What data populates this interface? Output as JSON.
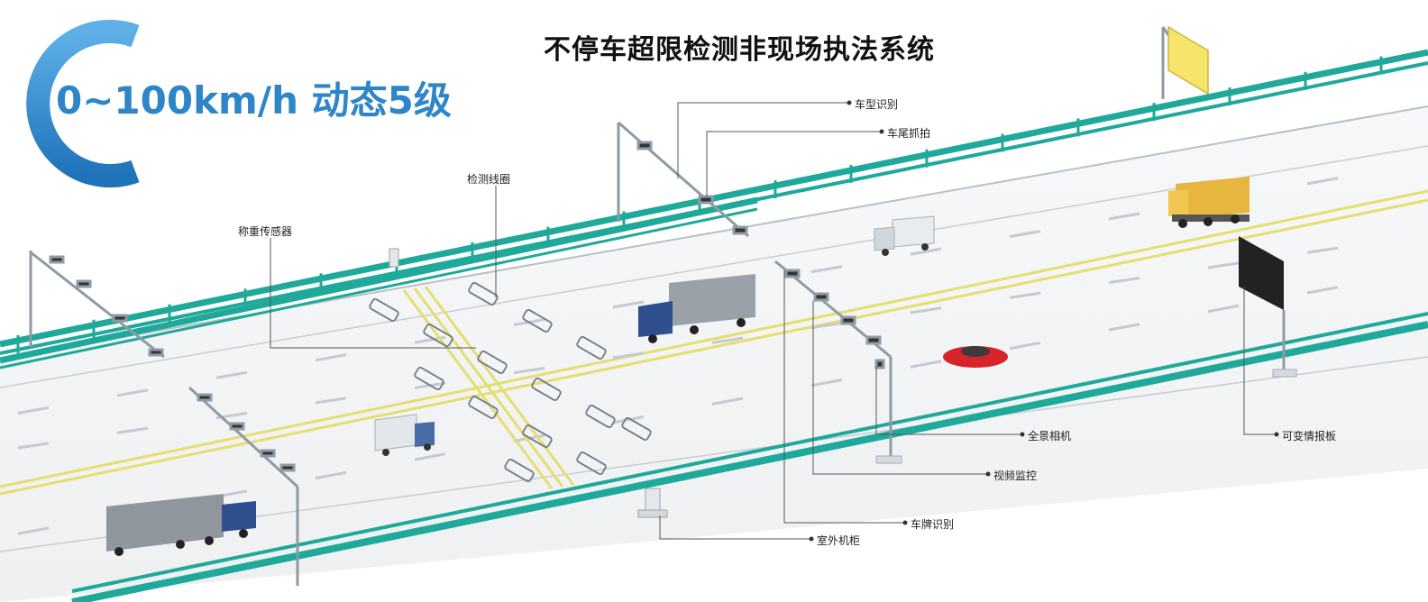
{
  "title": "不停车超限检测非现场执法系统",
  "speed_badge": {
    "text": "0~100km/h 动态5级"
  },
  "labels": {
    "vehicle_type_recognition": "车型识别",
    "rear_capture": "车尾抓拍",
    "detection_loop": "检测线圈",
    "weighing_sensor": "称重传感器",
    "panoramic_camera": "全景相机",
    "variable_message_sign": "可变情报板",
    "video_monitoring": "视频监控",
    "plate_recognition": "车牌识别",
    "outdoor_cabinet": "室外机柜"
  },
  "colors": {
    "guardrail": "#1fa99a",
    "yellow_line": "#e6de6e",
    "road_edge": "#b9c0c6",
    "badge_blue": "#2e86c8",
    "title_text": "#111111"
  }
}
